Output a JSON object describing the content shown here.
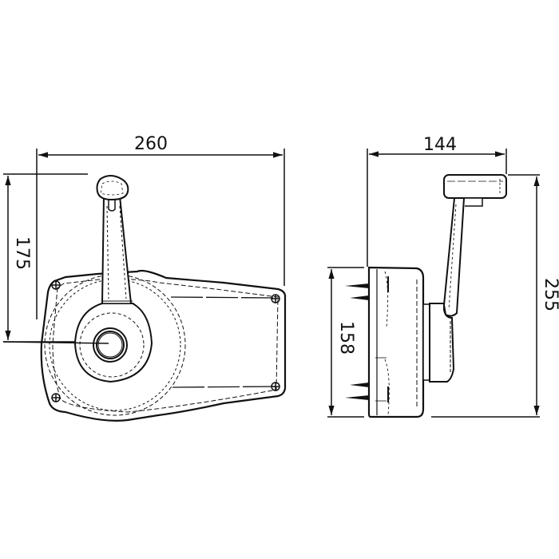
{
  "drawing": {
    "subject": "single-lever engine control, front and side views",
    "line_color": "#111111",
    "background": "#ffffff"
  },
  "front_view": {
    "dimensions": {
      "width": "260",
      "height_to_pivot": "175"
    }
  },
  "side_view": {
    "dimensions": {
      "depth": "144",
      "base_height": "158",
      "overall_height": "255"
    }
  }
}
